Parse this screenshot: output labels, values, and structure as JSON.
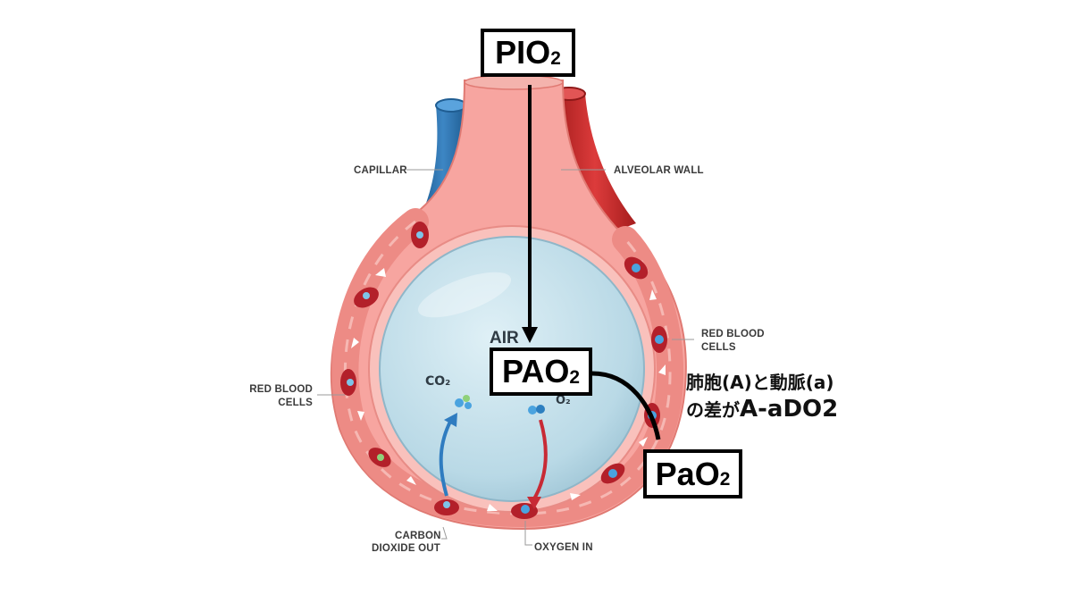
{
  "boxes": {
    "inspired": {
      "main": "PIO",
      "sub": "2"
    },
    "alveolar": {
      "main": "PAO",
      "sub": "2"
    },
    "arterial": {
      "main": "PaO",
      "sub": "2"
    }
  },
  "labels": {
    "capillary": "CAPILLAR",
    "alveolar_wall": "ALVEOLAR WALL",
    "rbc_right_1": "RED BLOOD",
    "rbc_right_2": "CELLS",
    "rbc_left_1": "RED BLOOD",
    "rbc_left_2": "CELLS",
    "air": "AIR",
    "co2": "CO₂",
    "o2": "O₂",
    "co2_out_1": "CARBON",
    "co2_out_2": "DIOXIDE OUT",
    "oxygen_in": "OXYGEN IN"
  },
  "annotation": {
    "line1": "肺胞(A)と動脈(a)",
    "line2_prefix": "の差が",
    "line2_term": "A-aDO2"
  },
  "colors": {
    "wall": "#f7a5a0",
    "wall_edge": "#e07a73",
    "vein": "#2b6ea8",
    "artery": "#c92a2a",
    "air": "#bcdde9",
    "rbc": "#b3202a"
  }
}
